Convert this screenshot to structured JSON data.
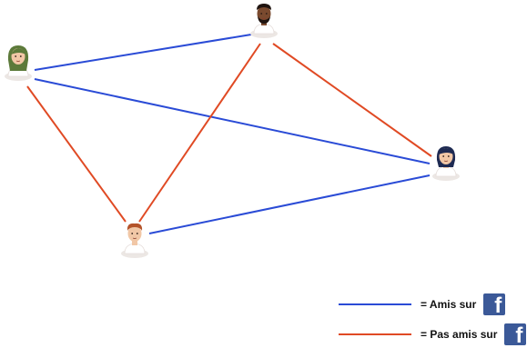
{
  "colors": {
    "friends": "#2a4bd6",
    "not_friends": "#e04a24",
    "facebook": "#3b5998",
    "node_shadow": "#ece7e4"
  },
  "people": [
    {
      "id": "left",
      "icon": "woman-green-hair-avatar-icon",
      "skin": "#f1c7a6",
      "hair": "#5c7a3a",
      "shirt": "#ffffff"
    },
    {
      "id": "top",
      "icon": "man-dark-skin-avatar-icon",
      "skin": "#7a4a2f",
      "hair": "#1f1410",
      "shirt": "#ffffff"
    },
    {
      "id": "right",
      "icon": "woman-dark-hair-avatar-icon",
      "skin": "#f1c7a6",
      "hair": "#1e2a52",
      "shirt": "#ffffff"
    },
    {
      "id": "bottom",
      "icon": "man-ginger-hair-avatar-icon",
      "skin": "#f1c7a6",
      "hair": "#b4532a",
      "shirt": "#ffffff"
    }
  ],
  "connections": [
    {
      "from": "left",
      "to": "top",
      "relation": "friends"
    },
    {
      "from": "left",
      "to": "right",
      "relation": "friends"
    },
    {
      "from": "left",
      "to": "bottom",
      "relation": "not_friends"
    },
    {
      "from": "top",
      "to": "bottom",
      "relation": "not_friends"
    },
    {
      "from": "top",
      "to": "right",
      "relation": "not_friends"
    },
    {
      "from": "bottom",
      "to": "right",
      "relation": "friends"
    }
  ],
  "legend": [
    {
      "relation": "friends",
      "label": "= Amis sur",
      "logo_icon": "facebook-logo-icon"
    },
    {
      "relation": "not_friends",
      "label": "= Pas amis sur",
      "logo_icon": "facebook-logo-icon"
    }
  ]
}
